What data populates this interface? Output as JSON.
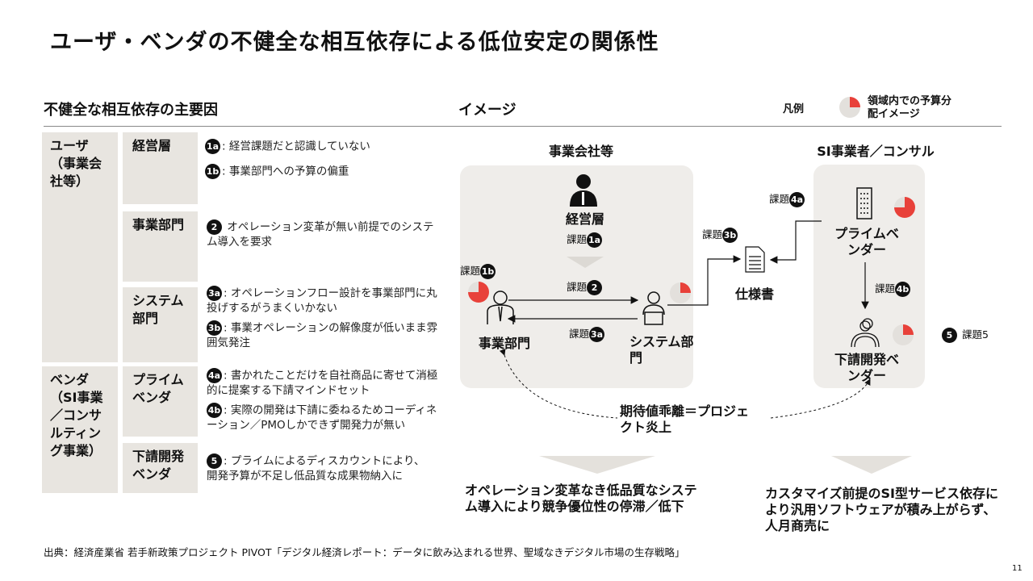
{
  "title": "ユーザ・ベンダの不健全な相互依存による低位安定の関係性",
  "left": {
    "heading": "不健全な相互依存の主要因",
    "groups": [
      {
        "label": "ユーザ（事業会社等）"
      },
      {
        "label": "ベンダ（SI事業／コンサルティング事業）"
      }
    ],
    "rows": [
      {
        "label": "経営層",
        "items": [
          {
            "badge": "1a",
            "text": ": 経営課題だと認識していない"
          },
          {
            "badge": "1b",
            "text": ": 事業部門への予算の偏重"
          }
        ]
      },
      {
        "label": "事業部門",
        "items": [
          {
            "badge": "2",
            "text": " オペレーション変革が無い前提でのシステム導入を要求"
          }
        ]
      },
      {
        "label": "システム部門",
        "items": [
          {
            "badge": "3a",
            "text": ": オペレーションフロー設計を事業部門に丸投げするがうまくいかない"
          },
          {
            "badge": "3b",
            "text": ": 事業オペレーションの解像度が低いまま雰囲気発注"
          }
        ]
      },
      {
        "label": "プライムベンダ",
        "items": [
          {
            "badge": "4a",
            "text": ": 書かれたことだけを自社商品に寄せて消極的に提案する下請マインドセット"
          },
          {
            "badge": "4b",
            "text": ": 実際の開発は下請に委ねるためコーディネーション／PMOしかできず開発力が無い"
          }
        ]
      },
      {
        "label": "下請開発ベンダ",
        "items": [
          {
            "badge": "5",
            "text": ": プライムによるディスカウントにより、開発予算が不足し低品質な成果物納入に"
          }
        ]
      }
    ]
  },
  "image": {
    "heading": "イメージ",
    "legend_label": "凡例",
    "legend_text": "領域内での予算分配イメージ",
    "user_panel": "事業会社等",
    "vendor_panel": "SI事業者／コンサル",
    "nodes": {
      "exec": "経営層",
      "biz": "事業部門",
      "sys": "システム部門",
      "spec": "仕様書",
      "prime": "プライムベンダー",
      "sub": "下請開発ベンダー"
    },
    "issue_prefix": "課題",
    "issue5": "課題5",
    "badges": {
      "b1a": "1a",
      "b1b": "1b",
      "b2": "2",
      "b3a": "3a",
      "b3b": "3b",
      "b4a": "4a",
      "b4b": "4b",
      "b5": "5"
    },
    "budget_share": {
      "legend": 0.25,
      "biz": 0.75,
      "sys": 0.25,
      "prime": 0.75,
      "sub": 0.25
    },
    "gap": "期待値乖離＝プロジェクト炎上",
    "conclusion_left": "オペレーション変革なき低品質なシステム導入により競争優位性の停滞／低下",
    "conclusion_right": "カスタマイズ前提のSI型サービス依存により汎用ソフトウェアが積み上がらず、人月商売に"
  },
  "source": "出典：経済産業省 若手新政策プロジェクト PIVOT「デジタル経済レポート：データに飲み込まれる世界、聖域なきデジタル市場の生存戦略」",
  "page": "11",
  "colors": {
    "red": "#e8413a",
    "pie_bg": "#e3e0dc",
    "cell": "#e8e5e0"
  }
}
